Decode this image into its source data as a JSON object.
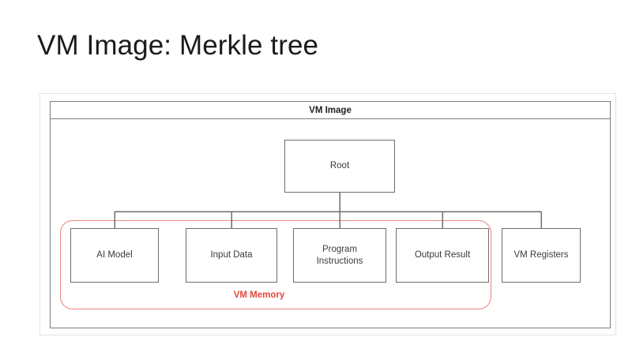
{
  "slide": {
    "title": "VM Image: Merkle tree"
  },
  "diagram": {
    "container_label": "VM Image",
    "root": {
      "label": "Root"
    },
    "leaves": [
      {
        "id": "ai-model",
        "label": "AI Model"
      },
      {
        "id": "input-data",
        "label": "Input Data"
      },
      {
        "id": "program",
        "label": "Program\nInstructions"
      },
      {
        "id": "output-result",
        "label": "Output Result"
      },
      {
        "id": "vm-registers",
        "label": "VM Registers"
      }
    ],
    "grouping": {
      "label": "VM Memory",
      "color": "#e0483c",
      "border_color": "#e8857d",
      "members": [
        "AI Model",
        "Input Data",
        "Program Instructions",
        "Output Result"
      ]
    },
    "colors": {
      "box_border": "#6e6e6e",
      "frame_border": "#7d7d7d",
      "outer_border": "#e3e3e3",
      "text": "#3b3b3b",
      "title_text": "#1b1b1b",
      "background": "#ffffff"
    }
  }
}
